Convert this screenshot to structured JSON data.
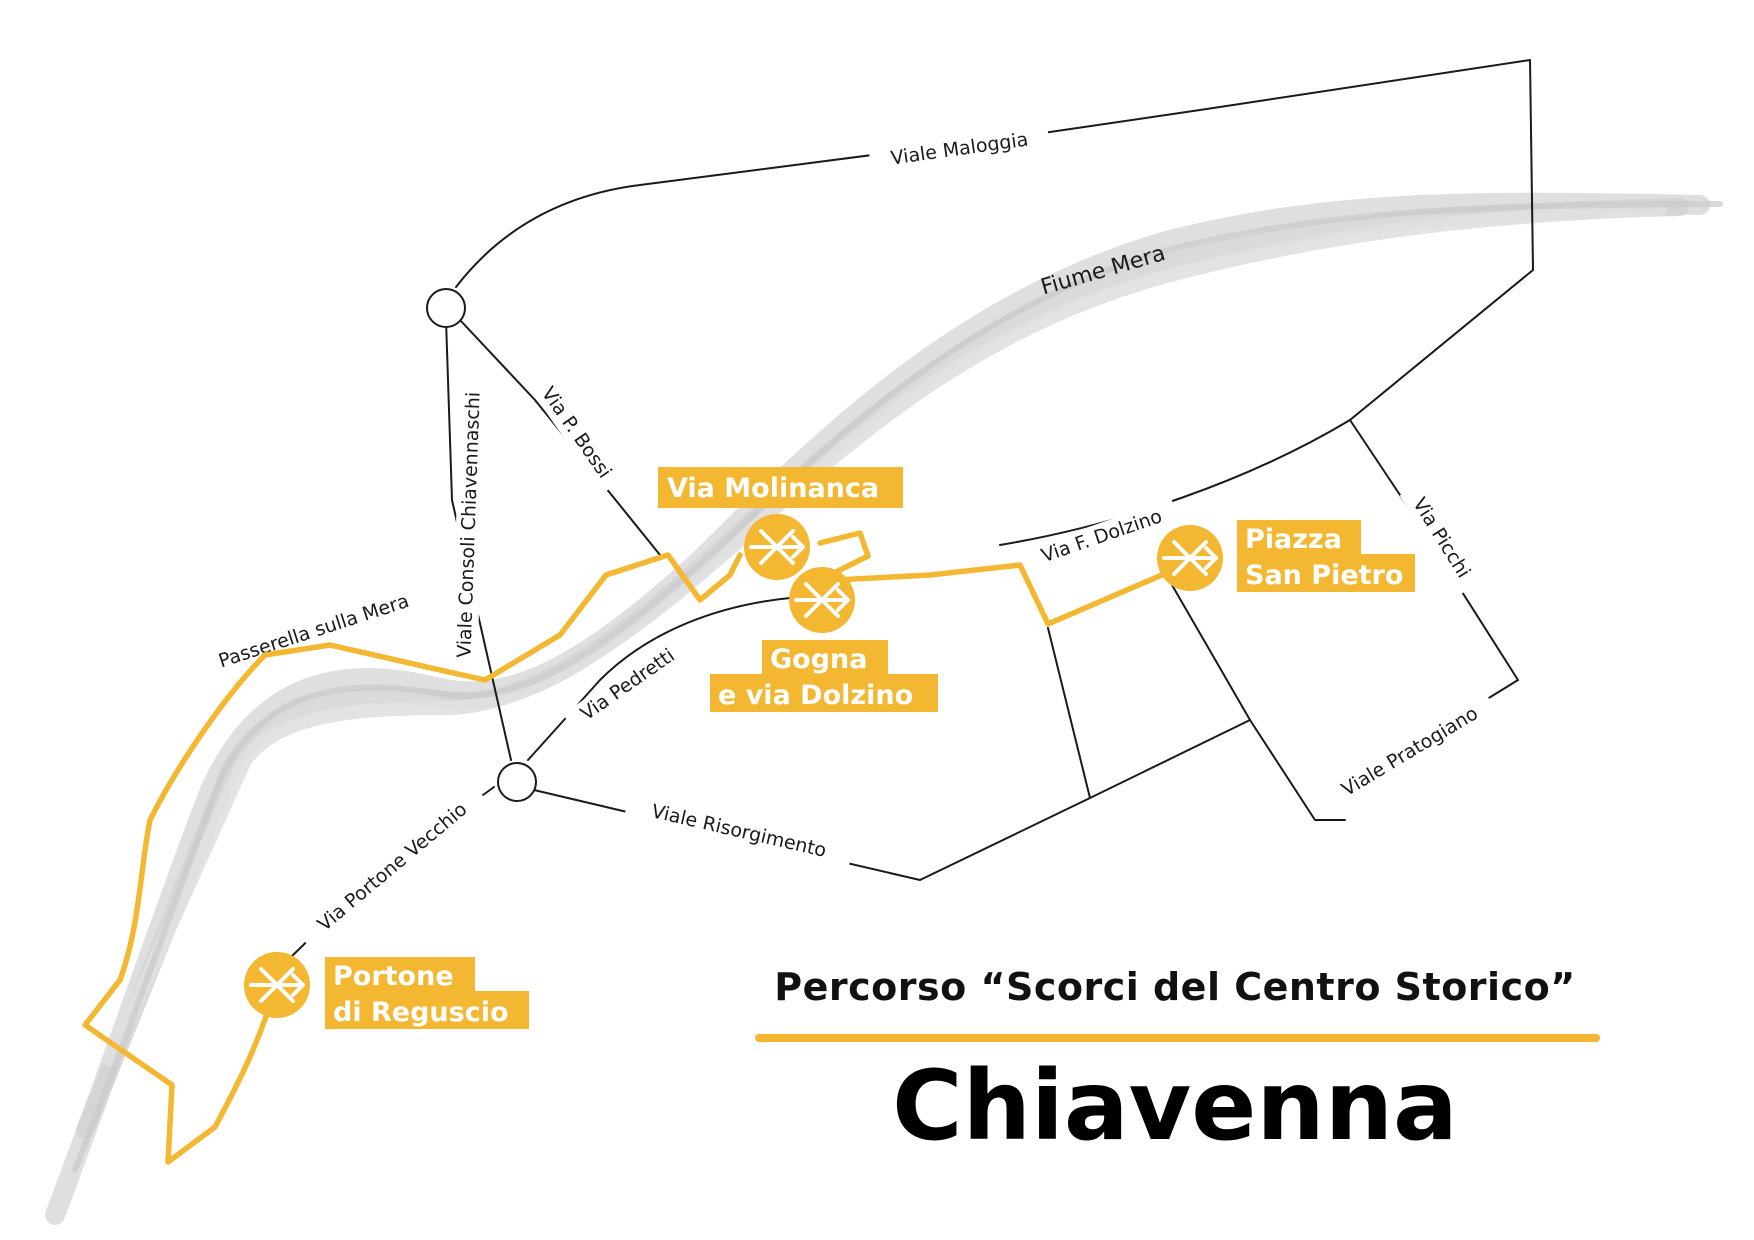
{
  "title": "Chiavenna",
  "subtitle": "Percorso “Scorci del Centro Storico”",
  "colors": {
    "route": "#f4b731",
    "river": "#d6d6d6",
    "street": "#1a1a1a",
    "tag_text": "#ffffff"
  },
  "river": {
    "label": "Fiume Mera"
  },
  "streets": {
    "viale_maloggia": "Viale Maloggia",
    "via_p_bossi": "Via P. Bossi",
    "viale_consoli": "Viale Consoli Chiavennaschi",
    "passerella": "Passerella sulla Mera",
    "via_pedretti": "Via Pedretti",
    "viale_risorgimento": "Viale Risorgimento",
    "via_portone_vecchio": "Via Portone Vecchio",
    "via_f_dolzino": "Via F. Dolzino",
    "via_picchi": "Via Picchi",
    "viale_pratogiano": "Viale Pratogiano"
  },
  "points": {
    "via_molinanca": {
      "line1": "Via Molinanca",
      "icon": "crossed-arrow-icon"
    },
    "gogna": {
      "line1": "Gogna",
      "line2": "e via Dolzino",
      "icon": "crossed-arrow-icon"
    },
    "piazza_san_pietro": {
      "line1": "Piazza",
      "line2": "San Pietro",
      "icon": "crossed-arrow-icon"
    },
    "portone_reguscio": {
      "line1": "Portone",
      "line2": "di Reguscio",
      "icon": "crossed-arrow-icon"
    }
  }
}
